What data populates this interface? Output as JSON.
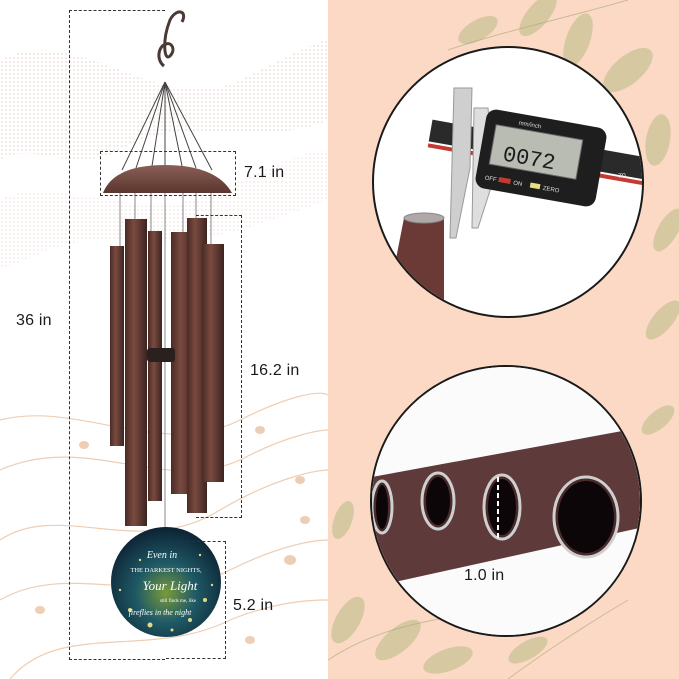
{
  "product": {
    "name": "Wind Chime",
    "color": "#5e3a32"
  },
  "dimensions": {
    "total_height": "36 in",
    "canopy_diameter": "7.1 in",
    "longest_tube": "16.2 in",
    "sail_diameter": "5.2 in",
    "tube_diameter": "1.0 in"
  },
  "sail": {
    "line1": "Even in",
    "line2": "THE DARKEST NIGHTS,",
    "line3": "Your Light",
    "line4": "still finds me, like",
    "line5": "fireflies in the night"
  },
  "caliper": {
    "unit_label": "mm/inch",
    "reading": "0072",
    "off_label": "OFF",
    "on_label": "ON",
    "zero_label": "ZERO",
    "scale_mark": "70"
  },
  "colors": {
    "background_right": "#fbd9c4",
    "leaf_green": "#b9bb86",
    "tube_bronze": "#6b4038",
    "dash_line": "#333333"
  }
}
